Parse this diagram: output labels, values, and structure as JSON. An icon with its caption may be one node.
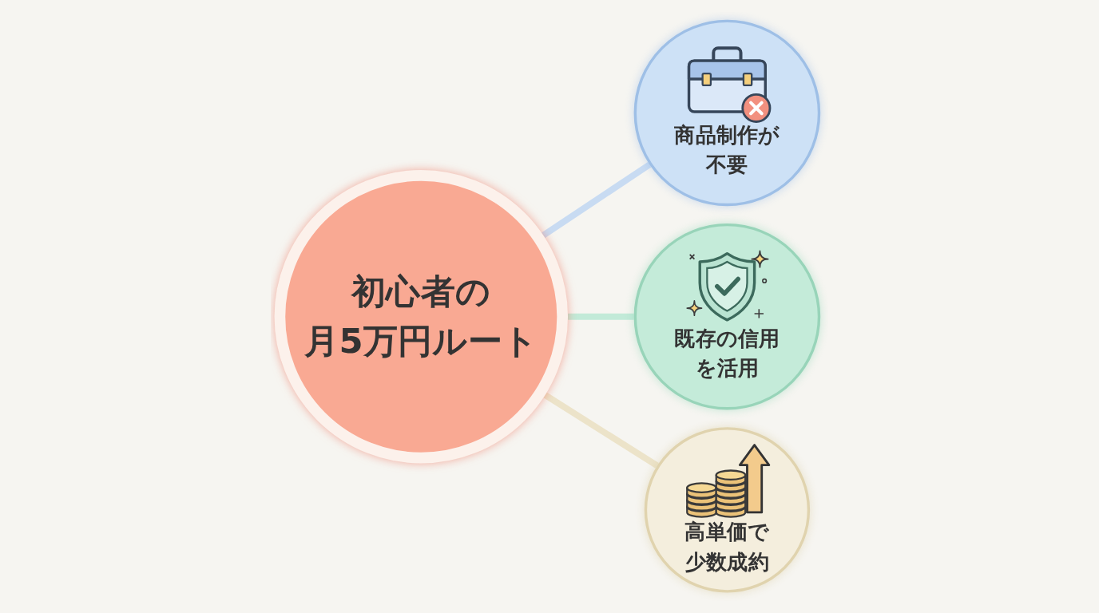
{
  "diagram": {
    "nodes": [
      {
        "text": [
          "初心者の月5万円ルート"
        ]
      },
      {
        "text": [
          "商品制作が不要"
        ]
      },
      {
        "text": [
          "既存の信用を活用"
        ]
      },
      {
        "text": [
          "高単価で少数成約"
        ]
      }
    ],
    "edges": [
      {
        "from": 0,
        "to": 1,
        "arrow": "none",
        "color": "#c8dbf2"
      },
      {
        "from": 0,
        "to": 2,
        "arrow": "none",
        "color": "#c2ead8"
      },
      {
        "from": 0,
        "to": 3,
        "arrow": "none",
        "color": "#ece3c9"
      }
    ]
  }
}
